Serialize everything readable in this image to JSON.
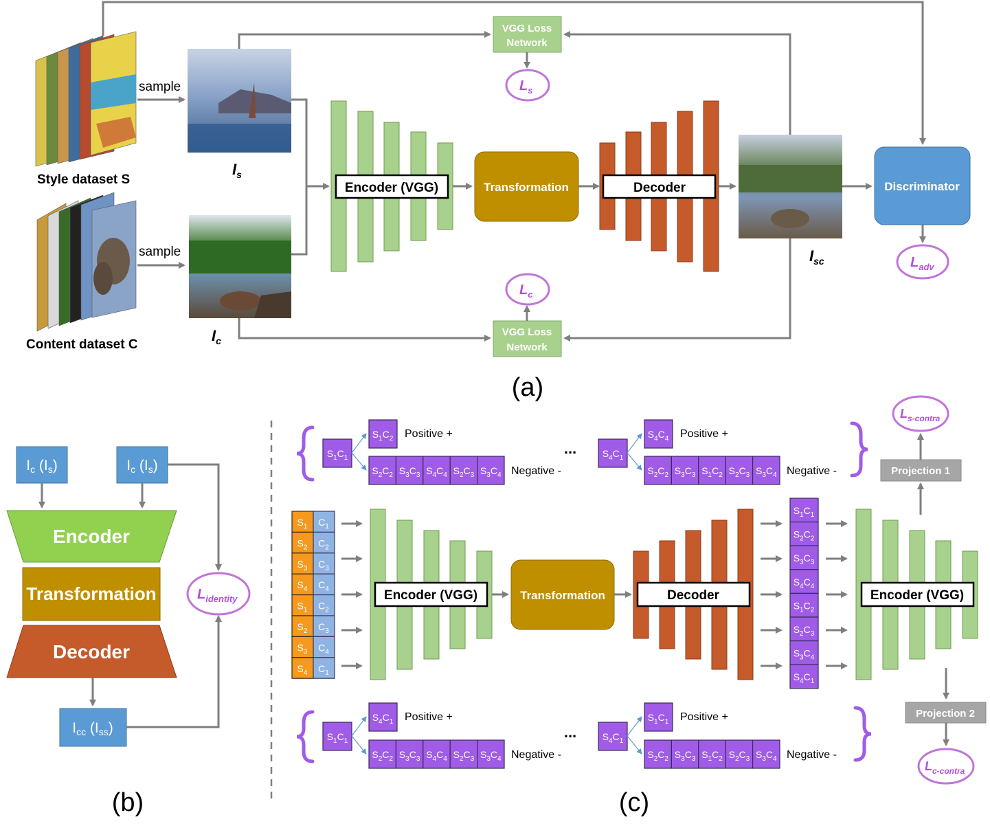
{
  "panel_a": {
    "caption": "(a)",
    "style_dataset": "Style dataset S",
    "content_dataset": "Content dataset C",
    "sample_top": "sample",
    "sample_bottom": "sample",
    "label_is": "Is",
    "label_ic": "Ic",
    "label_isc": "Isc",
    "encoder": "Encoder (VGG)",
    "transformation": "Transformation",
    "decoder": "Decoder",
    "discriminator": "Discriminator",
    "vgg_top": [
      "VGG Loss",
      "Network"
    ],
    "vgg_bottom": [
      "VGG Loss",
      "Network"
    ],
    "loss_s": "Ls",
    "loss_c": "Lc",
    "loss_adv": "Ladv"
  },
  "panel_b": {
    "caption": "(b)",
    "input_left": "Ic (Is)",
    "input_right": "Ic (Is)",
    "encoder": "Encoder",
    "transformation": "Transformation",
    "decoder": "Decoder",
    "output": "Icc (Iss)",
    "loss_identity": "Lidentity"
  },
  "panel_c": {
    "caption": "(c)",
    "encoder_left": "Encoder (VGG)",
    "transformation": "Transformation",
    "decoder": "Decoder",
    "encoder_right": "Encoder (VGG)",
    "projection1": "Projection 1",
    "projection2": "Projection 2",
    "loss_s_contra": "Ls-contra",
    "loss_c_contra": "Lc-contra",
    "positive": "Positive +",
    "negative": "Negative -",
    "ellipsis": "...",
    "input_style": [
      "S1",
      "S2",
      "S3",
      "S4",
      "S1",
      "S2",
      "S3",
      "S4"
    ],
    "input_content": [
      "C1",
      "C2",
      "C3",
      "C4",
      "C2",
      "C3",
      "C4",
      "C1"
    ],
    "outputs": [
      "S1C1",
      "S2C2",
      "S3C3",
      "S4C4",
      "S1C2",
      "S2C3",
      "S3C4",
      "S4C1"
    ],
    "top_groups": [
      {
        "anchor": "S1C1",
        "positive": "S1C2",
        "negatives": [
          "S2C2",
          "S3C3",
          "S4C4",
          "S2C3",
          "S3C4"
        ]
      },
      {
        "anchor": "S4C1",
        "positive": "S4C4",
        "negatives": [
          "S2C2",
          "S3C3",
          "S1C2",
          "S2C3",
          "S3C4"
        ]
      }
    ],
    "bottom_groups": [
      {
        "anchor": "S1C1",
        "positive": "S4C1",
        "negatives": [
          "S2C2",
          "S3C3",
          "S4C4",
          "S2C3",
          "S3C4"
        ]
      },
      {
        "anchor": "S4C1",
        "positive": "S1C1",
        "negatives": [
          "S2C2",
          "S3C3",
          "S1C2",
          "S2C3",
          "S3C4"
        ]
      }
    ]
  }
}
